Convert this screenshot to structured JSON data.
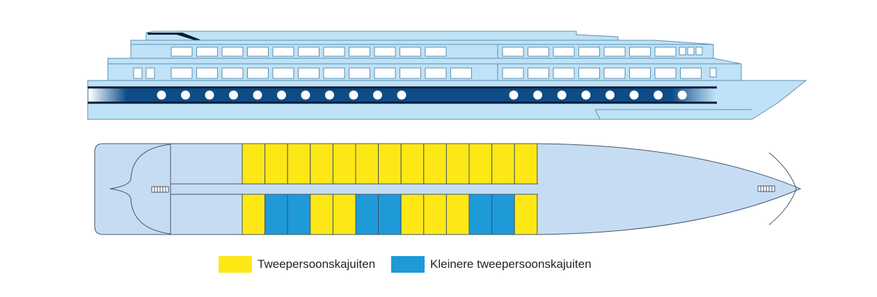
{
  "colors": {
    "hull_light": "#bfe2f6",
    "hull_mid": "#a8d6f1",
    "outline": "#5a8fb3",
    "band_dark": "#0d4c86",
    "porthole": "#ffffff",
    "deck_fill": "#c6dcf2",
    "deck_outline": "#44546a",
    "cabin_double": "#fde816",
    "cabin_small_double": "#1e9ad9",
    "text": "#222222"
  },
  "deck_plan": {
    "top_row": [
      "double",
      "double",
      "double",
      "double",
      "double",
      "double",
      "double",
      "double",
      "double",
      "double",
      "double",
      "double",
      "double"
    ],
    "bottom_row": [
      "double",
      "small",
      "small",
      "double",
      "double",
      "small",
      "small",
      "double",
      "double",
      "double",
      "small",
      "small",
      "double"
    ]
  },
  "legend": [
    {
      "key": "double",
      "label": "Tweepersoonskajuiten",
      "color": "#fde816"
    },
    {
      "key": "small",
      "label": "Kleinere tweepersoonskajuiten",
      "color": "#1e9ad9"
    }
  ]
}
